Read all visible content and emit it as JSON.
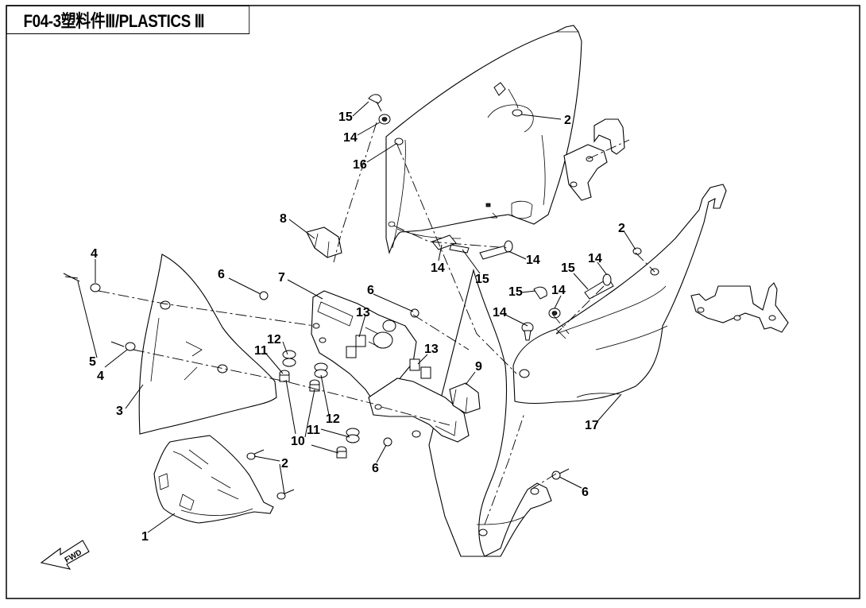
{
  "title": "F04-3塑料件Ⅲ/PLASTICS Ⅲ",
  "fwd_label": "FWD",
  "callouts": [
    {
      "id": "c15a",
      "text": "15"
    },
    {
      "id": "c14a",
      "text": "14"
    },
    {
      "id": "c16",
      "text": "16"
    },
    {
      "id": "c2a",
      "text": "2"
    },
    {
      "id": "c8",
      "text": "8"
    },
    {
      "id": "c4a",
      "text": "4"
    },
    {
      "id": "c6a",
      "text": "6"
    },
    {
      "id": "c7",
      "text": "7"
    },
    {
      "id": "c6b",
      "text": "6"
    },
    {
      "id": "c13a",
      "text": "13"
    },
    {
      "id": "c14b",
      "text": "14"
    },
    {
      "id": "c15b",
      "text": "15"
    },
    {
      "id": "c14c",
      "text": "14"
    },
    {
      "id": "c2b",
      "text": "2"
    },
    {
      "id": "c15c",
      "text": "15"
    },
    {
      "id": "c14d",
      "text": "14"
    },
    {
      "id": "c15d",
      "text": "15"
    },
    {
      "id": "c14e",
      "text": "14"
    },
    {
      "id": "c14f",
      "text": "14"
    },
    {
      "id": "c5",
      "text": "5"
    },
    {
      "id": "c4b",
      "text": "4"
    },
    {
      "id": "c11a",
      "text": "11"
    },
    {
      "id": "c12a",
      "text": "12"
    },
    {
      "id": "c13b",
      "text": "13"
    },
    {
      "id": "c9",
      "text": "9"
    },
    {
      "id": "c3",
      "text": "3"
    },
    {
      "id": "c12b",
      "text": "12"
    },
    {
      "id": "c11b",
      "text": "11"
    },
    {
      "id": "c10",
      "text": "10"
    },
    {
      "id": "c2c",
      "text": "2"
    },
    {
      "id": "c6c",
      "text": "6"
    },
    {
      "id": "c17",
      "text": "17"
    },
    {
      "id": "c6d",
      "text": "6"
    },
    {
      "id": "c1",
      "text": "1"
    }
  ]
}
